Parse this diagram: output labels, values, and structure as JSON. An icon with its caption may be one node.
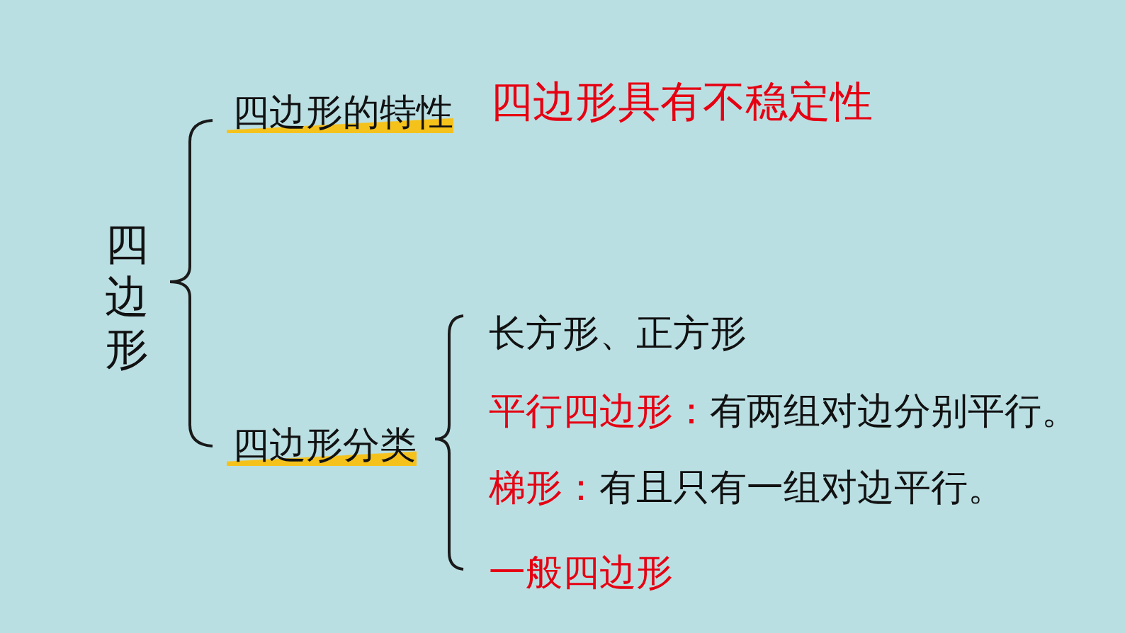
{
  "diagram": {
    "labels": [
      "四边形",
      "四边形的特性",
      "四边形具有不稳定性",
      "四边形分类",
      "长方形、正方形",
      "平行四边形：",
      "有两组对边分别平行。",
      "梯形：",
      "有且只有一组对边平行。",
      "一般四边形"
    ]
  }
}
